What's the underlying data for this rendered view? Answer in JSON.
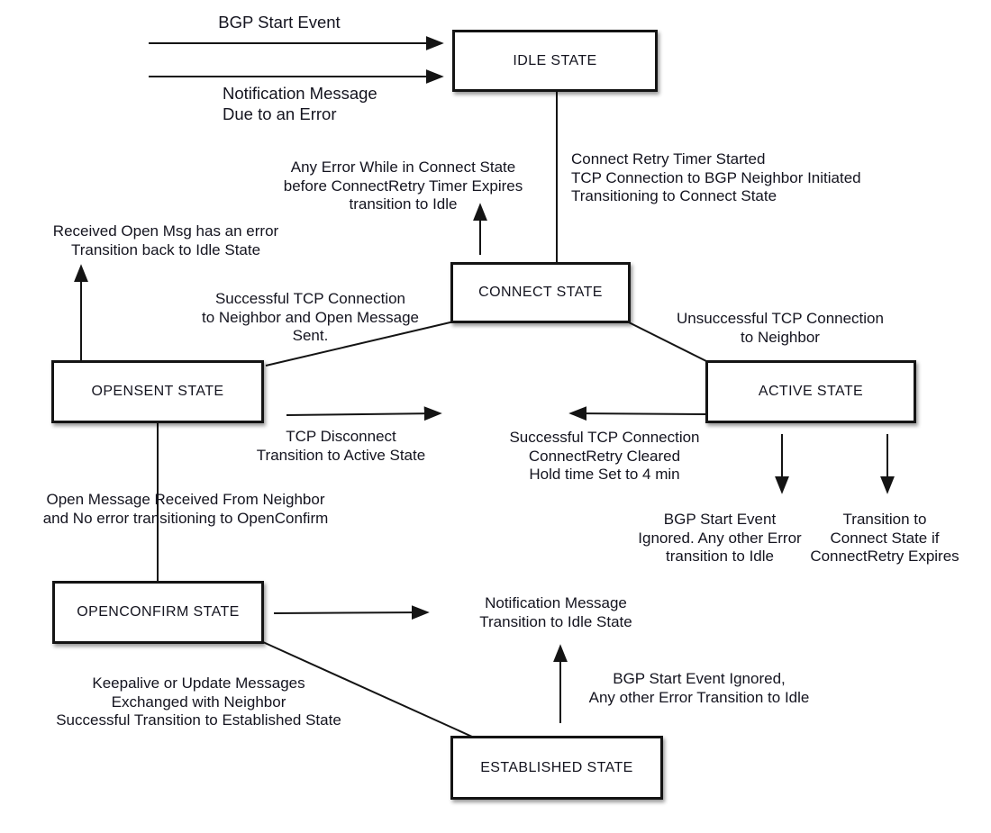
{
  "states": {
    "idle": {
      "label": "IDLE STATE"
    },
    "connect": {
      "label": "CONNECT STATE"
    },
    "opensent": {
      "label": "OPENSENT STATE"
    },
    "active": {
      "label": "ACTIVE STATE"
    },
    "openconfirm": {
      "label": "OPENCONFIRM STATE"
    },
    "established": {
      "label": "ESTABLISHED STATE"
    }
  },
  "labels": {
    "bgp_start_event": "BGP Start Event",
    "notification_due_error": "Notification Message\nDue to an Error",
    "connect_retry_started": "Connect Retry Timer Started\nTCP Connection to BGP Neighbor Initiated\nTransitioning to Connect State",
    "any_error_connect": "Any Error While in Connect State\nbefore ConnectRetry Timer Expires\ntransition to Idle",
    "received_open_error": "Received Open Msg has an error\nTransition back to Idle State",
    "successful_tcp_open_sent": "Successful TCP Connection\nto Neighbor and Open Message\nSent.",
    "unsuccessful_tcp": "Unsuccessful TCP Connection\nto Neighbor",
    "tcp_disconnect": "TCP Disconnect\nTransition to Active State",
    "successful_tcp_cleared": "Successful TCP Connection\nConnectRetry Cleared\nHold time Set to 4 min",
    "bgp_start_ignored_active": "BGP Start Event\nIgnored. Any other Error\ntransition to Idle",
    "transition_connect_expires": "Transition to\nConnect State if\nConnectRetry Expires",
    "open_msg_received": "Open Message Received From Neighbor\nand No error transitioning to OpenConfirm",
    "notification_to_idle": "Notification Message\nTransition to Idle State",
    "keepalive_update": "Keepalive or Update Messages\nExchanged with Neighbor\nSuccessful Transition to Established State",
    "bgp_start_ignored_established": "BGP Start Event Ignored,\nAny other Error Transition to Idle"
  },
  "colors": {
    "line": "#141414",
    "box_border": "#141414",
    "box_fill": "#ffffff",
    "text": "#14141f"
  }
}
